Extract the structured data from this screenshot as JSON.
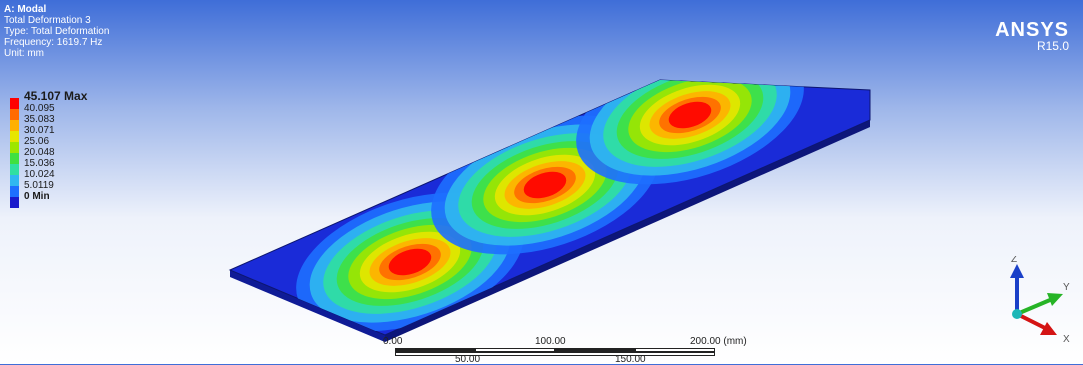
{
  "header": {
    "title": "A: Modal",
    "result_name": "Total Deformation 3",
    "type": "Type: Total Deformation",
    "frequency": "Frequency: 1619.7 Hz",
    "unit": "Unit: mm"
  },
  "legend": {
    "max_label": "45.107 Max",
    "values": [
      "40.095",
      "35.083",
      "30.071",
      "25.06",
      "20.048",
      "15.036",
      "10.024",
      "5.0119"
    ],
    "min_label": "0 Min",
    "colors": [
      "#ff0000",
      "#ff6a00",
      "#ffb000",
      "#e6e600",
      "#9ee600",
      "#40e040",
      "#30e0a0",
      "#30b8f0",
      "#1e6fff",
      "#1a1acc"
    ]
  },
  "logo": {
    "name": "ANSYS",
    "version": "R15.0"
  },
  "scale_bar": {
    "labels_top": [
      "0.00",
      "100.00",
      "200.00 (mm)"
    ],
    "labels_bottom": [
      "50.00",
      "150.00"
    ]
  },
  "triad": {
    "z": "Z",
    "y": "Y",
    "x": "X"
  },
  "colors": {
    "plate": "#1a2bd8",
    "plate_edge": "#0d1670",
    "background_top": "#3f6ed8"
  }
}
